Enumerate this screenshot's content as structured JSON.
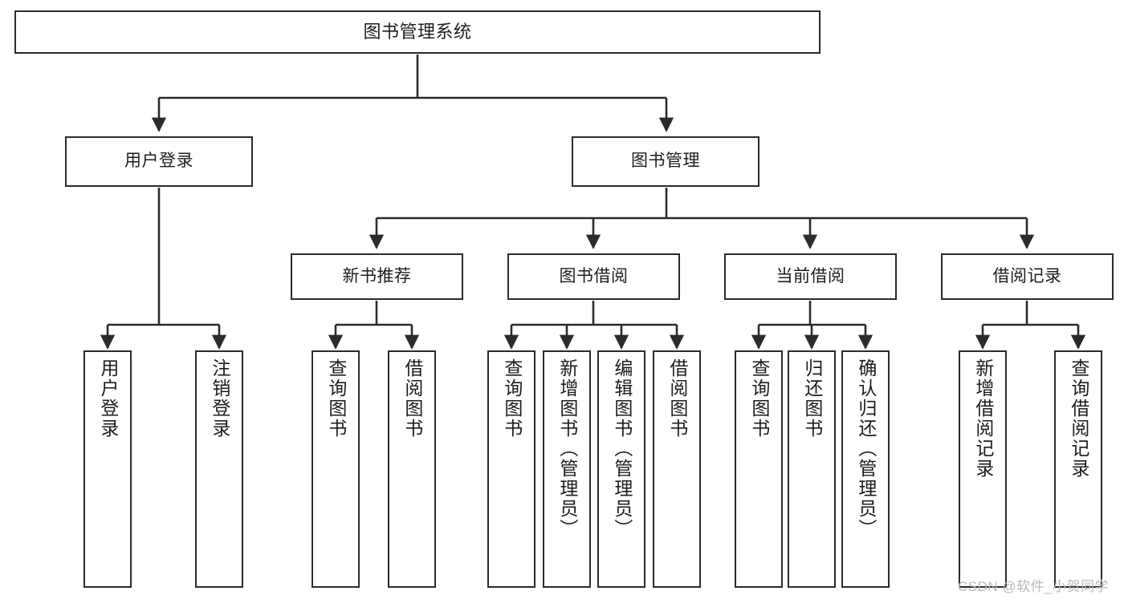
{
  "diagram": {
    "title": "图书管理系统",
    "type": "tree-hierarchy",
    "orientation": "top-down",
    "colors": {
      "box_border": "#2b2b2b",
      "box_fill": "#ffffff",
      "edge": "#2b2b2b",
      "text": "#1d1d1d",
      "watermark": "#b9b9b9",
      "background": "#ffffff"
    }
  },
  "nodes": {
    "root": {
      "label": "图书管理系统",
      "level": 1
    },
    "level2": [
      {
        "id": "user-login",
        "label": "用户登录"
      },
      {
        "id": "book-management",
        "label": "图书管理"
      }
    ],
    "level3": [
      {
        "id": "new-book-recommend",
        "label": "新书推荐"
      },
      {
        "id": "book-borrow",
        "label": "图书借阅"
      },
      {
        "id": "current-borrow",
        "label": "当前借阅"
      },
      {
        "id": "borrow-record",
        "label": "借阅记录"
      }
    ],
    "leaves": {
      "user-login": [
        {
          "id": "leaf-user-login",
          "label": "用户登录"
        },
        {
          "id": "leaf-logout-login",
          "label": "注销登录"
        }
      ],
      "new-book-recommend": [
        {
          "id": "leaf-query-book-1",
          "label": "查询图书"
        },
        {
          "id": "leaf-borrow-book-1",
          "label": "借阅图书"
        }
      ],
      "book-borrow": [
        {
          "id": "leaf-query-book-2",
          "label": "查询图书"
        },
        {
          "id": "leaf-add-book",
          "label": "新增图书（管理员）"
        },
        {
          "id": "leaf-edit-book",
          "label": "编辑图书（管理员）"
        },
        {
          "id": "leaf-borrow-book-2",
          "label": "借阅图书"
        }
      ],
      "current-borrow": [
        {
          "id": "leaf-query-book-3",
          "label": "查询图书"
        },
        {
          "id": "leaf-return-book",
          "label": "归还图书"
        },
        {
          "id": "leaf-confirm-return",
          "label": "确认归还（管理员）"
        }
      ],
      "borrow-record": [
        {
          "id": "leaf-add-record",
          "label": "新增借阅记录"
        },
        {
          "id": "leaf-query-record",
          "label": "查询借阅记录"
        }
      ]
    }
  },
  "watermark": {
    "text": "CSDN @软件_小贺同学"
  }
}
